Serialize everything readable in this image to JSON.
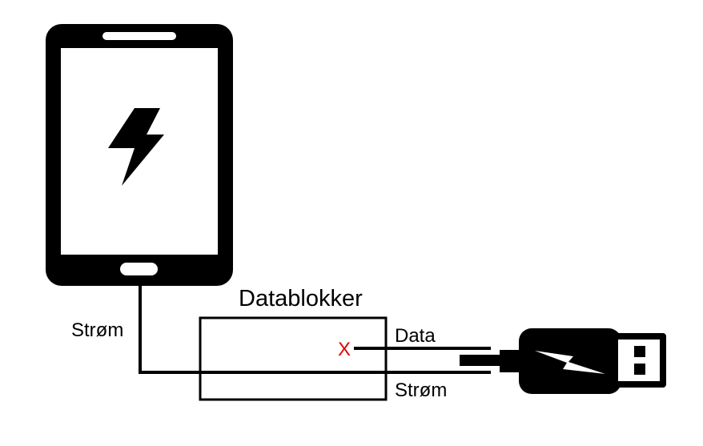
{
  "labels": {
    "block_title": "Datablokker",
    "phone_side_power": "Strøm",
    "data_line": "Data",
    "power_line": "Strøm",
    "blocked_mark": "X"
  },
  "colors": {
    "ink": "#000000",
    "blocked": "#e00000",
    "background": "#ffffff"
  },
  "icons": {
    "phone": "smartphone-icon",
    "phone_screen_symbol": "lightning-bolt-icon",
    "cable": "usb-plug-icon",
    "cable_symbol": "lightning-bolt-icon"
  }
}
